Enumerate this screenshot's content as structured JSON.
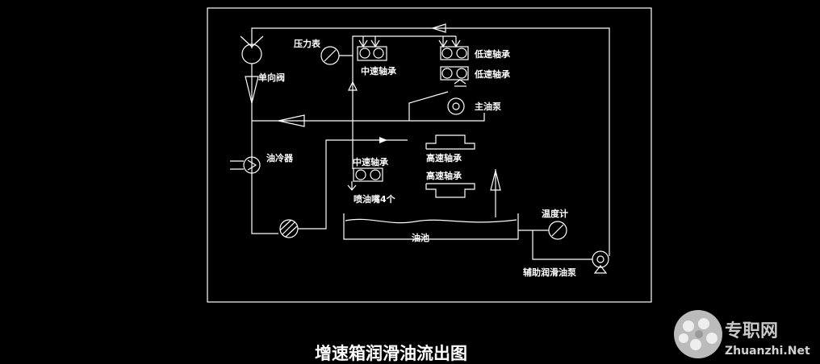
{
  "caption": "增速箱润滑油流出图",
  "labels": {
    "pressure_gauge": "压力表",
    "check_valve": "单向阀",
    "mid_bearing_top": "中速轴承",
    "low_bearing_1": "低速轴承",
    "low_bearing_2": "低速轴承",
    "main_pump": "主油泵",
    "oil_cooler": "油冷器",
    "mid_bearing_bottom": "中速轴承",
    "high_bearing_1": "高速轴承",
    "high_bearing_2": "高速轴承",
    "nozzles": "喷油嘴4个",
    "oil_tank": "油池",
    "thermometer": "温度计",
    "aux_pump": "辅助润滑油泵"
  },
  "watermark": {
    "cn": "专职网",
    "en": "Zhuanzhi.Net"
  }
}
